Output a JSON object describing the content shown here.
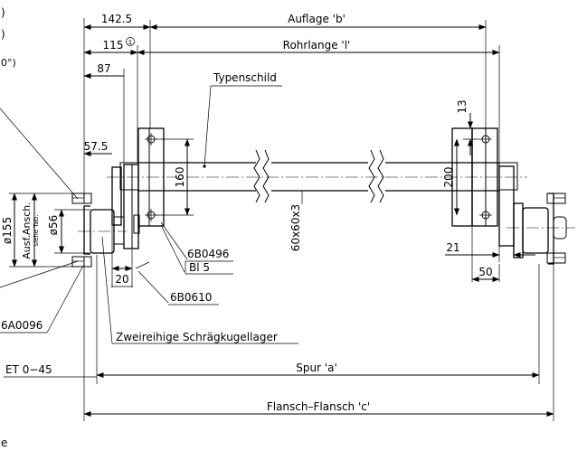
{
  "dimensions": {
    "auflage": "Auflage 'b'",
    "rohrlange": "Rohrlange 'l'",
    "spur": "Spur 'a'",
    "flansch": "Flansch–Flansch 'c'",
    "d142": "142.5",
    "d115": "115",
    "d115_note": "1",
    "d87": "87",
    "d57": "57.5",
    "d160": "160",
    "d200": "200",
    "d13": "13",
    "d21": "21",
    "d50": "50",
    "d20": "20",
    "d155": "ø155",
    "d56": "ø56",
    "profile": "60x60x3"
  },
  "labels": {
    "typenschild": "Typenschild",
    "part_6b0496": "6B0496",
    "part_bl5": "Bl 5",
    "part_6b0610": "6B0610",
    "part_6a0096": "6A0096",
    "bearing": "Zweireihige Schrägkugellager",
    "et": "ET 0−45",
    "ausf_line1": "Ausf.Ansch.",
    "ausf_line2": "siehe Tab."
  },
  "edge_fragments": {
    "top1": ")",
    "top2": ")",
    "top3": "0°)",
    "bottom": "e"
  }
}
